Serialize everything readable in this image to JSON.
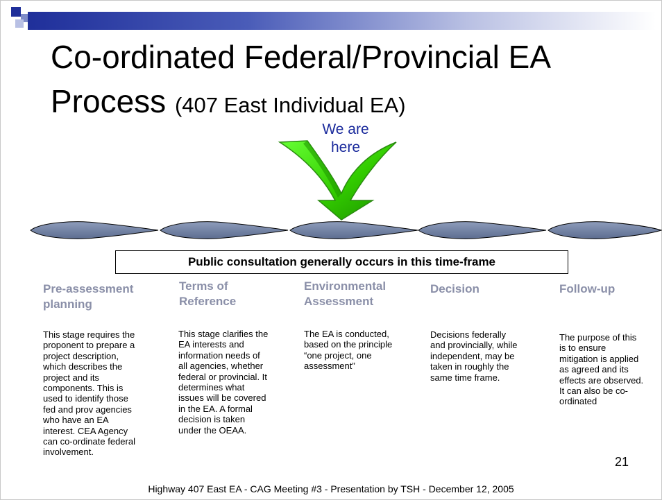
{
  "slide": {
    "title_main": "Co-ordinated Federal/Provincial EA",
    "title_line2": "Process",
    "title_sub": "(407 East Individual EA)",
    "we_are_here_line1": "We are",
    "we_are_here_line2": "here",
    "public_consultation": "Public consultation generally occurs in this time-frame",
    "page_number": "21",
    "footer": "Highway 407 East EA - CAG Meeting #3 - Presentation by TSH - December 12, 2005",
    "colors": {
      "title_bar": "#1f2f9a",
      "oval_fill": "#6f7fa0",
      "arrow_green": "#33cc00",
      "stage_title": "#8a8fa8",
      "here_text": "#1a2a9c"
    }
  },
  "stages": [
    {
      "title_line1": "Pre-assessment",
      "title_line2": "planning",
      "description": [
        "This stage requires the",
        "proponent to prepare a",
        "project description,",
        "which describes the",
        "project and its",
        "components. This is",
        "used to identify those",
        "fed and prov agencies",
        "who have an EA",
        "interest. CEA Agency",
        "can co-ordinate federal",
        "involvement."
      ]
    },
    {
      "title_line1": "Terms of",
      "title_line2": "Reference",
      "description": [
        "This stage clarifies the",
        "EA interests and",
        "information needs of",
        "all agencies, whether",
        "federal or provincial. It",
        "determines what",
        "issues will be covered",
        "in the EA. A formal",
        "decision is taken",
        "under the OEAA."
      ]
    },
    {
      "title_line1": "Environmental",
      "title_line2": "Assessment",
      "description": [
        "The EA is conducted,",
        "based on the principle",
        "“one project,  one",
        "assessment”"
      ]
    },
    {
      "title_line1": "Decision",
      "title_line2": "",
      "description": [
        "Decisions federally",
        "and provincially, while",
        "independent, may be",
        "taken in roughly the",
        "same time frame."
      ]
    },
    {
      "title_line1": "Follow-up",
      "title_line2": "",
      "description": [
        "The purpose of this",
        "is to ensure",
        "mitigation is applied",
        "as agreed and its",
        "effects are observed.",
        "It can also be co-",
        "ordinated"
      ]
    }
  ]
}
